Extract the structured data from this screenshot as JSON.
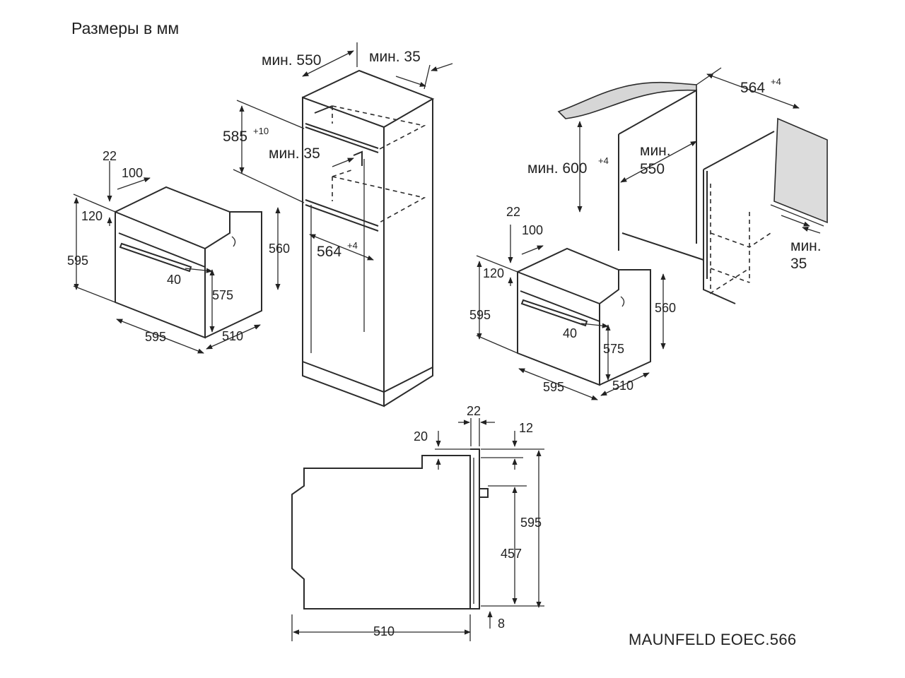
{
  "title": "Размеры в мм",
  "model": "MAUNFELD EOEC.566",
  "oven_left": {
    "d22": "22",
    "d100": "100",
    "d120": "120",
    "d595h": "595",
    "d560": "560",
    "d40": "40",
    "d575": "575",
    "d595w": "595",
    "d510": "510"
  },
  "column": {
    "min550_label": "мин. 550",
    "min35_top_label": "мин. 35",
    "d585": "585",
    "d585_tol": "+10",
    "min35_mid_label": "мин. 35",
    "d564": "564",
    "d564_tol": "+4"
  },
  "counter": {
    "d564": "564",
    "d564_tol": "+4",
    "min600": "мин. 600",
    "min600_tol": "+4",
    "min550_line1": "мин.",
    "min550_line2": "550",
    "min35_line1": "мин.",
    "min35_line2": "35"
  },
  "oven_right": {
    "d22": "22",
    "d100": "100",
    "d120": "120",
    "d595h": "595",
    "d560": "560",
    "d40": "40",
    "d575": "575",
    "d595w": "595",
    "d510": "510"
  },
  "side": {
    "d22": "22",
    "d12": "12",
    "d20": "20",
    "d595": "595",
    "d457": "457",
    "d510": "510",
    "d8": "8"
  }
}
